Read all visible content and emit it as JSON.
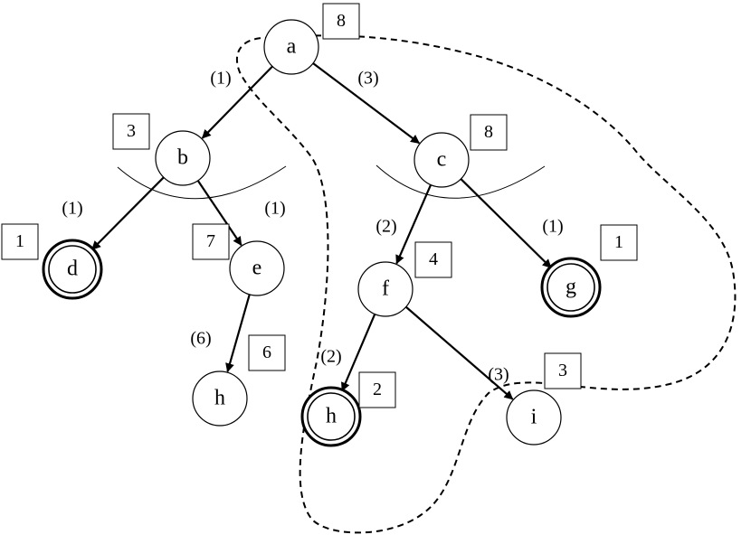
{
  "nodes": [
    {
      "id": "a",
      "label": "a",
      "goal": false
    },
    {
      "id": "b",
      "label": "b",
      "goal": false
    },
    {
      "id": "c",
      "label": "c",
      "goal": false
    },
    {
      "id": "d",
      "label": "d",
      "goal": true
    },
    {
      "id": "e",
      "label": "e",
      "goal": false
    },
    {
      "id": "f",
      "label": "f",
      "goal": false
    },
    {
      "id": "g",
      "label": "g",
      "goal": true
    },
    {
      "id": "h1",
      "label": "h",
      "goal": false
    },
    {
      "id": "h2",
      "label": "h",
      "goal": true
    },
    {
      "id": "i",
      "label": "i",
      "goal": false
    }
  ],
  "edges": [
    {
      "from": "a",
      "to": "b",
      "label": "(1)"
    },
    {
      "from": "a",
      "to": "c",
      "label": "(3)"
    },
    {
      "from": "b",
      "to": "d",
      "label": "(1)"
    },
    {
      "from": "b",
      "to": "e",
      "label": "(1)"
    },
    {
      "from": "c",
      "to": "f",
      "label": "(2)"
    },
    {
      "from": "c",
      "to": "g",
      "label": "(1)"
    },
    {
      "from": "e",
      "to": "h1",
      "label": "(6)"
    },
    {
      "from": "f",
      "to": "h2",
      "label": "(2)"
    },
    {
      "from": "f",
      "to": "i",
      "label": "(3)"
    }
  ],
  "heuristics": [
    {
      "node": "a",
      "value": "8"
    },
    {
      "node": "b",
      "value": "3"
    },
    {
      "node": "c",
      "value": "8"
    },
    {
      "node": "d",
      "value": "1"
    },
    {
      "node": "e",
      "value": "7"
    },
    {
      "node": "f",
      "value": "4"
    },
    {
      "node": "g",
      "value": "1"
    },
    {
      "node": "h1",
      "value": "6"
    },
    {
      "node": "h2",
      "value": "2"
    },
    {
      "node": "i",
      "value": "3"
    }
  ]
}
